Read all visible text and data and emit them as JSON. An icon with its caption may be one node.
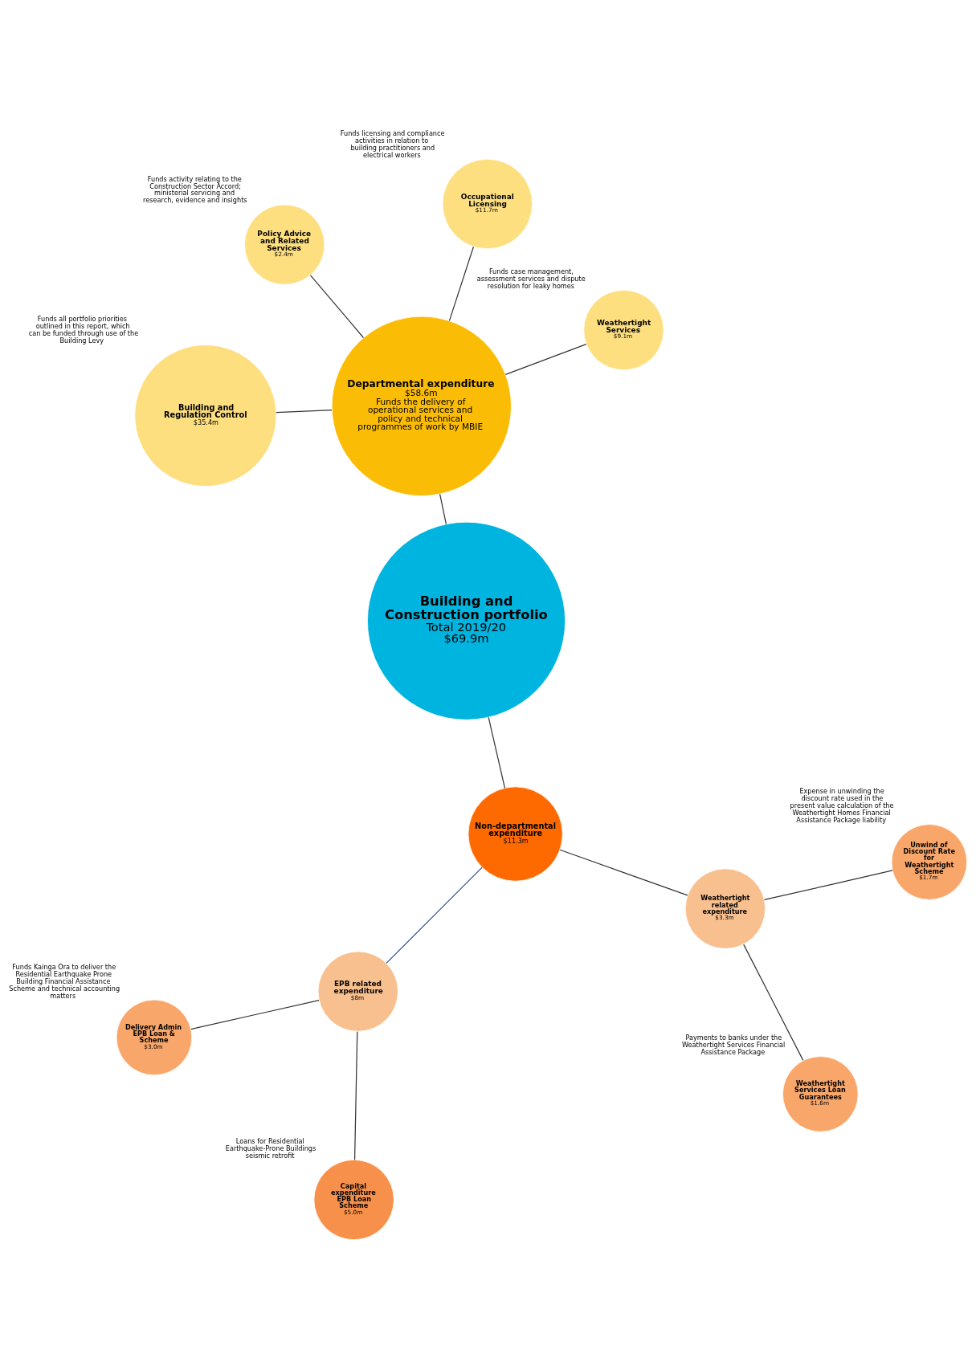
{
  "diagram": {
    "nodes": [
      {
        "text": [
          "Building and Construction portfolio",
          "Total 2019/20",
          "$69.9m"
        ]
      },
      {
        "text": [
          "Departmental expenditure",
          "$58.6m",
          "Funds the delivery of operational services and policy and technical programmes of work by MBIE"
        ]
      },
      {
        "text": [
          "Weathertight Services",
          "$9.1m"
        ],
        "beside": [
          "Funds case management, assessment services and dispute resolution for leaky homes"
        ]
      },
      {
        "text": [
          "Policy Advice and Related Services",
          "$2.4m"
        ],
        "beside": [
          "Funds activity relating to the Construction Sector Accord; ministerial servicing and research, evidence and insights"
        ]
      },
      {
        "text": [
          "Occupational Licensing",
          "$11.7m"
        ],
        "beside": [
          "Funds licensing and compliance activities in relation to building practitioners and electrical workers"
        ]
      },
      {
        "text": [
          "Building and Regulation Control",
          "$35.4m"
        ],
        "beside": [
          "Funds all portfolio priorities outlined in this report, which can be funded through use of the Building Levy"
        ]
      },
      {
        "text": [
          "Non-departmental expenditure",
          "$11.3m"
        ]
      },
      {
        "text": [
          "EPB related expenditure",
          "$8m"
        ]
      },
      {
        "text": [
          "Delivery Admin EPB Loan & Scheme",
          "$3.0m"
        ],
        "beside": [
          "Funds Kainga Ora to deliver the Residential Earthquake Prone Building Financial Assistance Scheme and technical accounting matters"
        ]
      },
      {
        "text": [
          "Capital expenditure EPB Loan Scheme",
          "$5.0m"
        ],
        "beside": [
          "Loans for Residential Earthquake-Prone Buildings seismic retrofit"
        ]
      },
      {
        "text": [
          "Weathertight related expenditure",
          "$3.3m"
        ]
      },
      {
        "text": [
          "Weathertight Services Loan Guarantees",
          "$1.6m"
        ],
        "beside": [
          "Payments to banks under the Weathertight Services Financial Assistance Package"
        ]
      },
      {
        "text": [
          "Unwind of Discount Rate for Weathertight Scheme",
          "$1.7m"
        ],
        "beside": [
          "Expense in unwinding the discount rate used in the present value calculation of the Weathertight Homes Financial Assistance Package liability"
        ]
      }
    ],
    "edges": [
      {
        "from": 1,
        "to": 0,
        "arrow": "none"
      },
      {
        "from": 1,
        "to": 2,
        "arrow": "none"
      },
      {
        "from": 1,
        "to": 3,
        "arrow": "none"
      },
      {
        "from": 1,
        "to": 4,
        "arrow": "none"
      },
      {
        "from": 1,
        "to": 5,
        "arrow": "none"
      },
      {
        "from": 0,
        "to": 6,
        "arrow": "none"
      },
      {
        "from": 6,
        "to": 7,
        "arrow": "none",
        "color": "#2f4f8f"
      },
      {
        "from": 7,
        "to": 8,
        "arrow": "none"
      },
      {
        "from": 7,
        "to": 9,
        "arrow": "none"
      },
      {
        "from": 6,
        "to": 10,
        "arrow": "none"
      },
      {
        "from": 10,
        "to": 11,
        "arrow": "none"
      },
      {
        "from": 10,
        "to": 12,
        "arrow": "none"
      }
    ]
  }
}
